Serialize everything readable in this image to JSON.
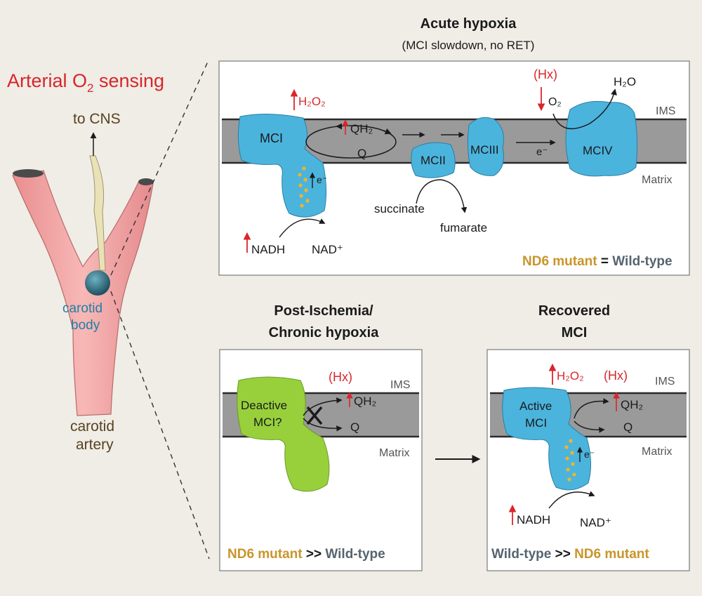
{
  "left": {
    "title": {
      "main": "Arterial O",
      "sub": "2",
      "rest": " sensing"
    },
    "to_cns": "to CNS",
    "carotid_body": [
      "carotid",
      "body"
    ],
    "carotid_artery": [
      "carotid",
      "artery"
    ]
  },
  "panel_top": {
    "heading": "Acute hypoxia",
    "subheading": "(MCI slowdown, no RET)",
    "labels": {
      "ims": "IMS",
      "matrix": "Matrix",
      "mci": "MCI",
      "mcii": "MCII",
      "mciii": "MCIII",
      "mciv": "MCIV",
      "h2o2": "H₂O₂",
      "qh2": "QH₂",
      "q": "Q",
      "e": "e⁻",
      "hx": "(Hx)",
      "o2": "O₂",
      "h2o": "H₂O",
      "succinate": "succinate",
      "fumarate": "fumarate",
      "nadh": "NADH",
      "nad": "NAD⁺"
    },
    "footer": {
      "a": "ND6 mutant",
      "op": " = ",
      "b": "Wild-type"
    }
  },
  "panel_bl": {
    "heading": [
      "Post-Ischemia/",
      "Chronic hypoxia"
    ],
    "labels": {
      "hx": "(Hx)",
      "ims": "IMS",
      "matrix": "Matrix",
      "mci1": "Deactive",
      "mci2": "MCI?",
      "qh2": "QH₂",
      "q": "Q"
    },
    "footer": {
      "a": "ND6 mutant",
      "op": " >> ",
      "b": "Wild-type"
    }
  },
  "panel_br": {
    "heading": [
      "Recovered",
      "MCI"
    ],
    "labels": {
      "h2o2": "H₂O₂",
      "hx": "(Hx)",
      "ims": "IMS",
      "matrix": "Matrix",
      "mci1": "Active",
      "mci2": "MCI",
      "qh2": "QH₂",
      "q": "Q",
      "e": "e⁻",
      "nadh": "NADH",
      "nad": "NAD⁺"
    },
    "footer": {
      "a": "Wild-type",
      "op": " >> ",
      "b": "ND6 mutant"
    }
  },
  "colors": {
    "complex": "#4bb4dd",
    "deactive": "#98d03c",
    "membrane": "#9a9a9a",
    "vessel": "#f3a7a7",
    "red": "#d8262c",
    "gold": "#c9952a",
    "slate": "#566470"
  }
}
